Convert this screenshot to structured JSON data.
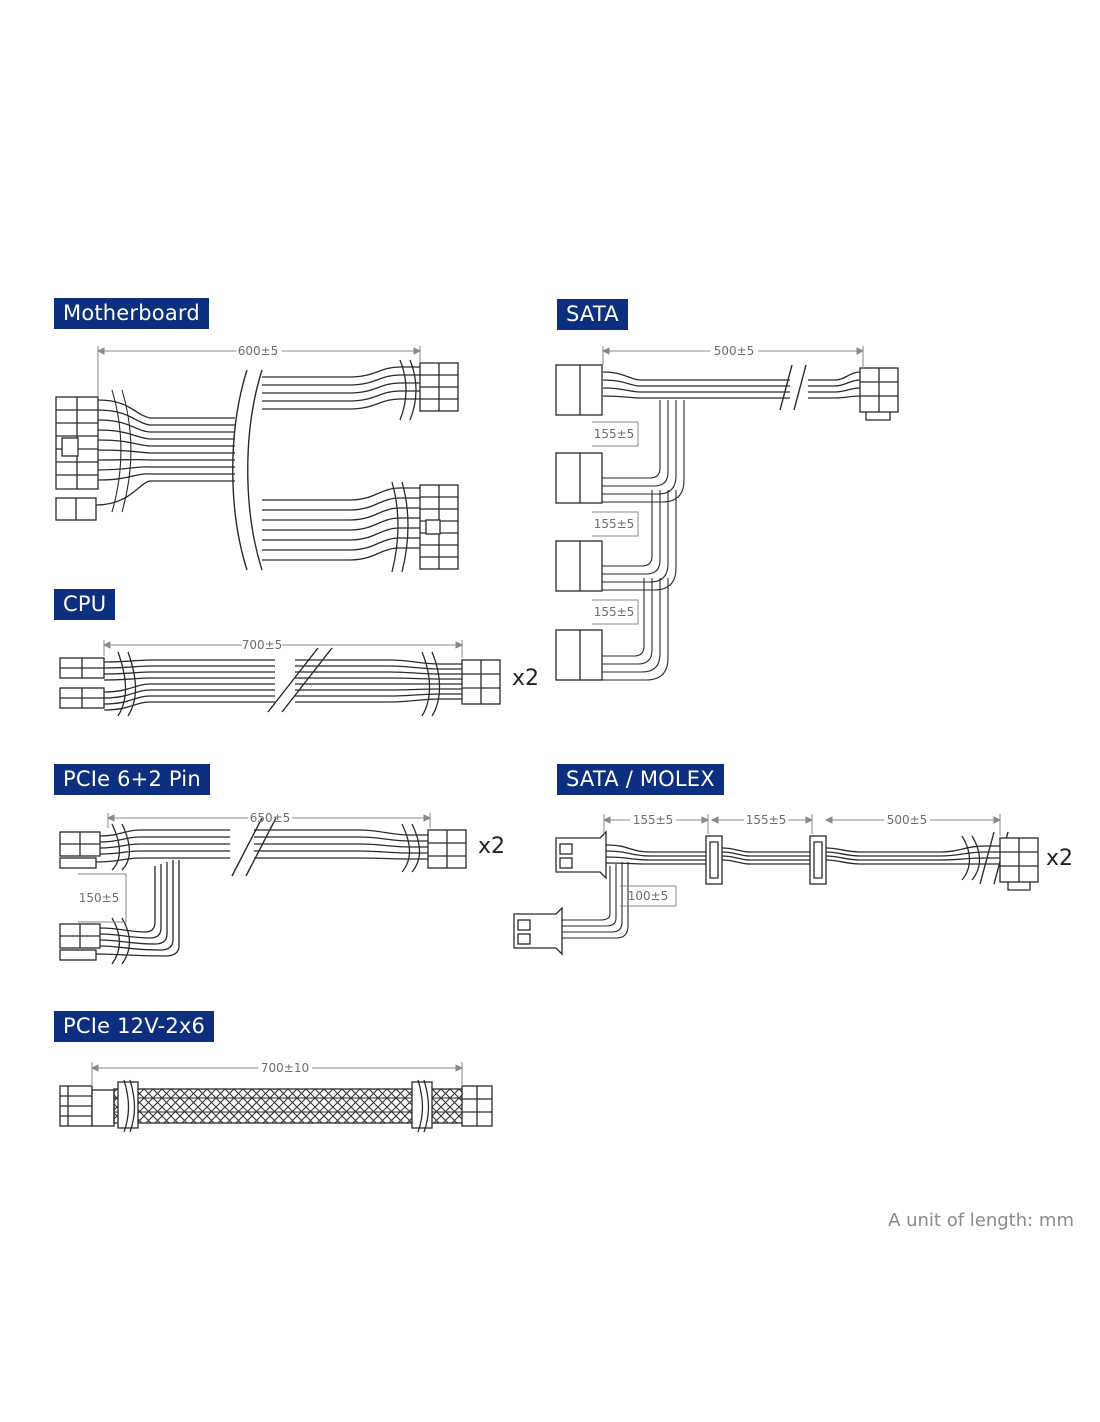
{
  "theme": {
    "label_bg": "#0d2f7f",
    "line": "#2a2a2a",
    "dim": "#8a8a8a"
  },
  "labels": {
    "motherboard": "Motherboard",
    "sata": "SATA",
    "cpu": "CPU",
    "pcie_6_2": "PCIe 6+2 Pin",
    "sata_molex": "SATA / MOLEX",
    "pcie_12v": "PCIe 12V-2x6"
  },
  "dimensions": {
    "motherboard": "600±5",
    "sata_main": "500±5",
    "sata_gap_1": "155±5",
    "sata_gap_2": "155±5",
    "sata_gap_3": "155±5",
    "cpu": "700±5",
    "pcie_6_2_main": "650±5",
    "pcie_6_2_branch": "150±5",
    "sata_molex_1": "155±5",
    "sata_molex_2": "155±5",
    "sata_molex_3": "500±5",
    "sata_molex_branch": "100±5",
    "pcie_12v": "700±10"
  },
  "multipliers": {
    "cpu": "x2",
    "pcie_6_2": "x2",
    "sata_molex": "x2"
  },
  "footnote": "A unit of length: mm"
}
